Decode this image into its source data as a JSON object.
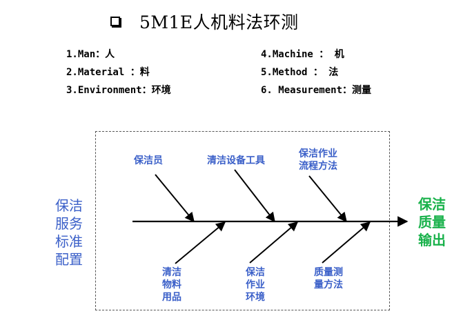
{
  "title": "5M1E人机料法环测",
  "items": [
    "1.Man：人",
    "2.Material ：料",
    "3.Environment：环境",
    "4.Machine ： 机",
    "5.Method ： 法",
    "6. Measurement：测量"
  ],
  "diagram": {
    "input_label": "保洁\n服务\n标准\n配置",
    "output_label": "保洁\n质量\n输出",
    "top_causes": [
      "保洁员",
      "清洁设备工具",
      "保洁作业\n流程方法"
    ],
    "bottom_causes": [
      "清洁\n物料\n用品",
      "保洁\n作业\n环境",
      "质量测\n量方法"
    ],
    "colors": {
      "cause": "#3a5fc8",
      "input": "#3a5fc8",
      "output": "#18b14a",
      "line": "#000000"
    }
  }
}
